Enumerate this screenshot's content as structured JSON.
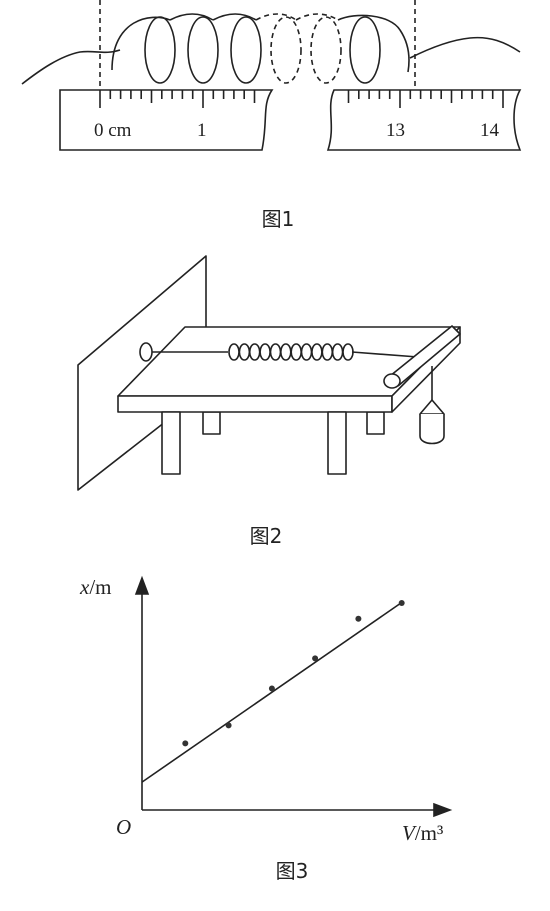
{
  "figure1": {
    "caption": "图1",
    "ruler": {
      "tick_labels": [
        "0 cm",
        "1",
        "13",
        "14"
      ]
    }
  },
  "figure2": {
    "caption": "图2"
  },
  "figure3": {
    "caption": "图3",
    "origin_label": "O",
    "chart_data": {
      "type": "scatter",
      "xlabel_var": "V",
      "xlabel_unit": "/m³",
      "ylabel_var": "x",
      "ylabel_unit": "/m",
      "x_range": [
        0,
        7
      ],
      "y_range": [
        0,
        5
      ],
      "points": [
        {
          "x": 1.0,
          "y": 1.48
        },
        {
          "x": 2.0,
          "y": 1.88
        },
        {
          "x": 3.0,
          "y": 2.7
        },
        {
          "x": 4.0,
          "y": 3.37
        },
        {
          "x": 5.0,
          "y": 4.25
        },
        {
          "x": 6.0,
          "y": 4.6
        }
      ],
      "fit_line": {
        "intercept": 0.62,
        "slope": 0.665,
        "x_end": 6.0
      }
    }
  }
}
